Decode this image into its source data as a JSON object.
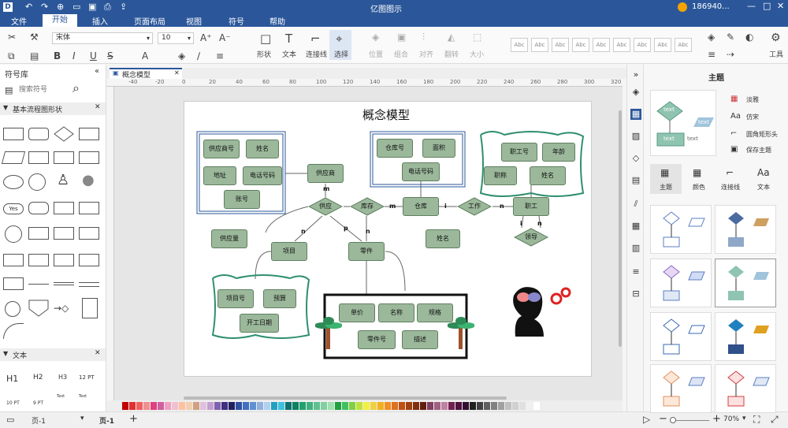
{
  "window": {
    "title": "亿图图示",
    "user": "186940..."
  },
  "menu": {
    "file": "文件",
    "home": "开始",
    "insert": "插入",
    "layout": "页面布局",
    "view": "视图",
    "symbol": "符号",
    "help": "帮助"
  },
  "ribbon": {
    "font": "宋体",
    "size": "10",
    "shape": "形状",
    "text": "文本",
    "connector": "连接线",
    "select": "选择",
    "position": "位置",
    "group": "组合",
    "align": "对齐",
    "flip": "翻转",
    "sizebtn": "大小",
    "tools": "工具",
    "style": "Abc"
  },
  "left": {
    "title": "符号库",
    "search_placeholder": "搜索符号",
    "basic": "基本流程图形状",
    "text": "文本",
    "yes": "Yes",
    "h1": "H1",
    "h2": "H2",
    "h3": "H3",
    "pt12": "12 PT",
    "pt10": "10 PT",
    "pt9": "9 PT",
    "txt": "Text"
  },
  "tab": {
    "name": "概念模型"
  },
  "diagram": {
    "title": "概念模型",
    "supplier_attrs": [
      "供应商号",
      "姓名",
      "地址",
      "电话号码",
      "账号"
    ],
    "warehouse_attrs": [
      "仓库号",
      "面积",
      "电话号码"
    ],
    "employee_attrs": [
      "职工号",
      "年龄",
      "职称",
      "姓名"
    ],
    "project_attrs": [
      "项目号",
      "预算",
      "开工日期"
    ],
    "part_attrs": [
      "单价",
      "名称",
      "规格",
      "零件号",
      "描述"
    ],
    "entities": {
      "supplier": "供应商",
      "warehouse": "仓库",
      "employee": "职工",
      "project": "项目",
      "part": "零件",
      "supply_qty": "供应量",
      "name": "姓名"
    },
    "relations": {
      "supply": "供应",
      "stock": "库存",
      "work": "工作",
      "lead": "领导"
    },
    "labels": {
      "m1": "m",
      "m2": "m",
      "n1": "n",
      "n2": "n",
      "p": "p",
      "i1": "i",
      "n3": "n",
      "i2": "i",
      "n4": "n"
    }
  },
  "rulers": [
    "-40",
    "-20",
    "0",
    "20",
    "40",
    "60",
    "80",
    "100",
    "120",
    "140",
    "160",
    "180",
    "200",
    "220",
    "240",
    "260",
    "280",
    "300",
    "320"
  ],
  "status": {
    "page_sel": "页-1",
    "page_tab": "页-1",
    "add": "+",
    "zoom": "70%"
  },
  "right": {
    "title": "主题",
    "opt1": "淡雅",
    "opt2": "仿宋",
    "opt3": "圆角矩形头",
    "opt4": "保存主题",
    "tab1": "主题",
    "tab2": "颜色",
    "tab3": "连接线",
    "tab4": "文本",
    "text": "text"
  },
  "colors": {
    "accent": "#2b579a",
    "entity": "#9bb89b"
  }
}
